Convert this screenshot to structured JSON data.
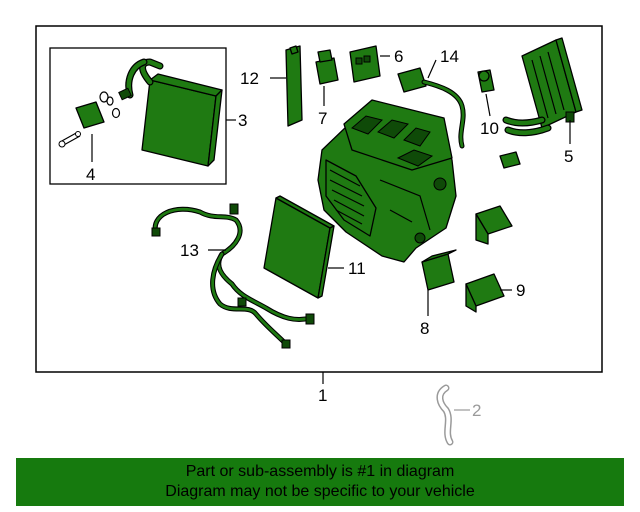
{
  "diagram": {
    "callouts": {
      "c1": "1",
      "c2": "2",
      "c3": "3",
      "c4": "4",
      "c5": "5",
      "c6": "6",
      "c7": "7",
      "c8": "8",
      "c9": "9",
      "c10": "10",
      "c11": "11",
      "c12": "12",
      "c13": "13",
      "c14": "14"
    }
  },
  "banner": {
    "line1": "Part or sub-assembly is #1 in diagram",
    "line2": "Diagram may not be specific to your vehicle"
  },
  "colors": {
    "part_fill": "#1f7a12",
    "banner_bg": "#167a0e",
    "outline": "#000000",
    "not_included": "#9a9a9a"
  }
}
